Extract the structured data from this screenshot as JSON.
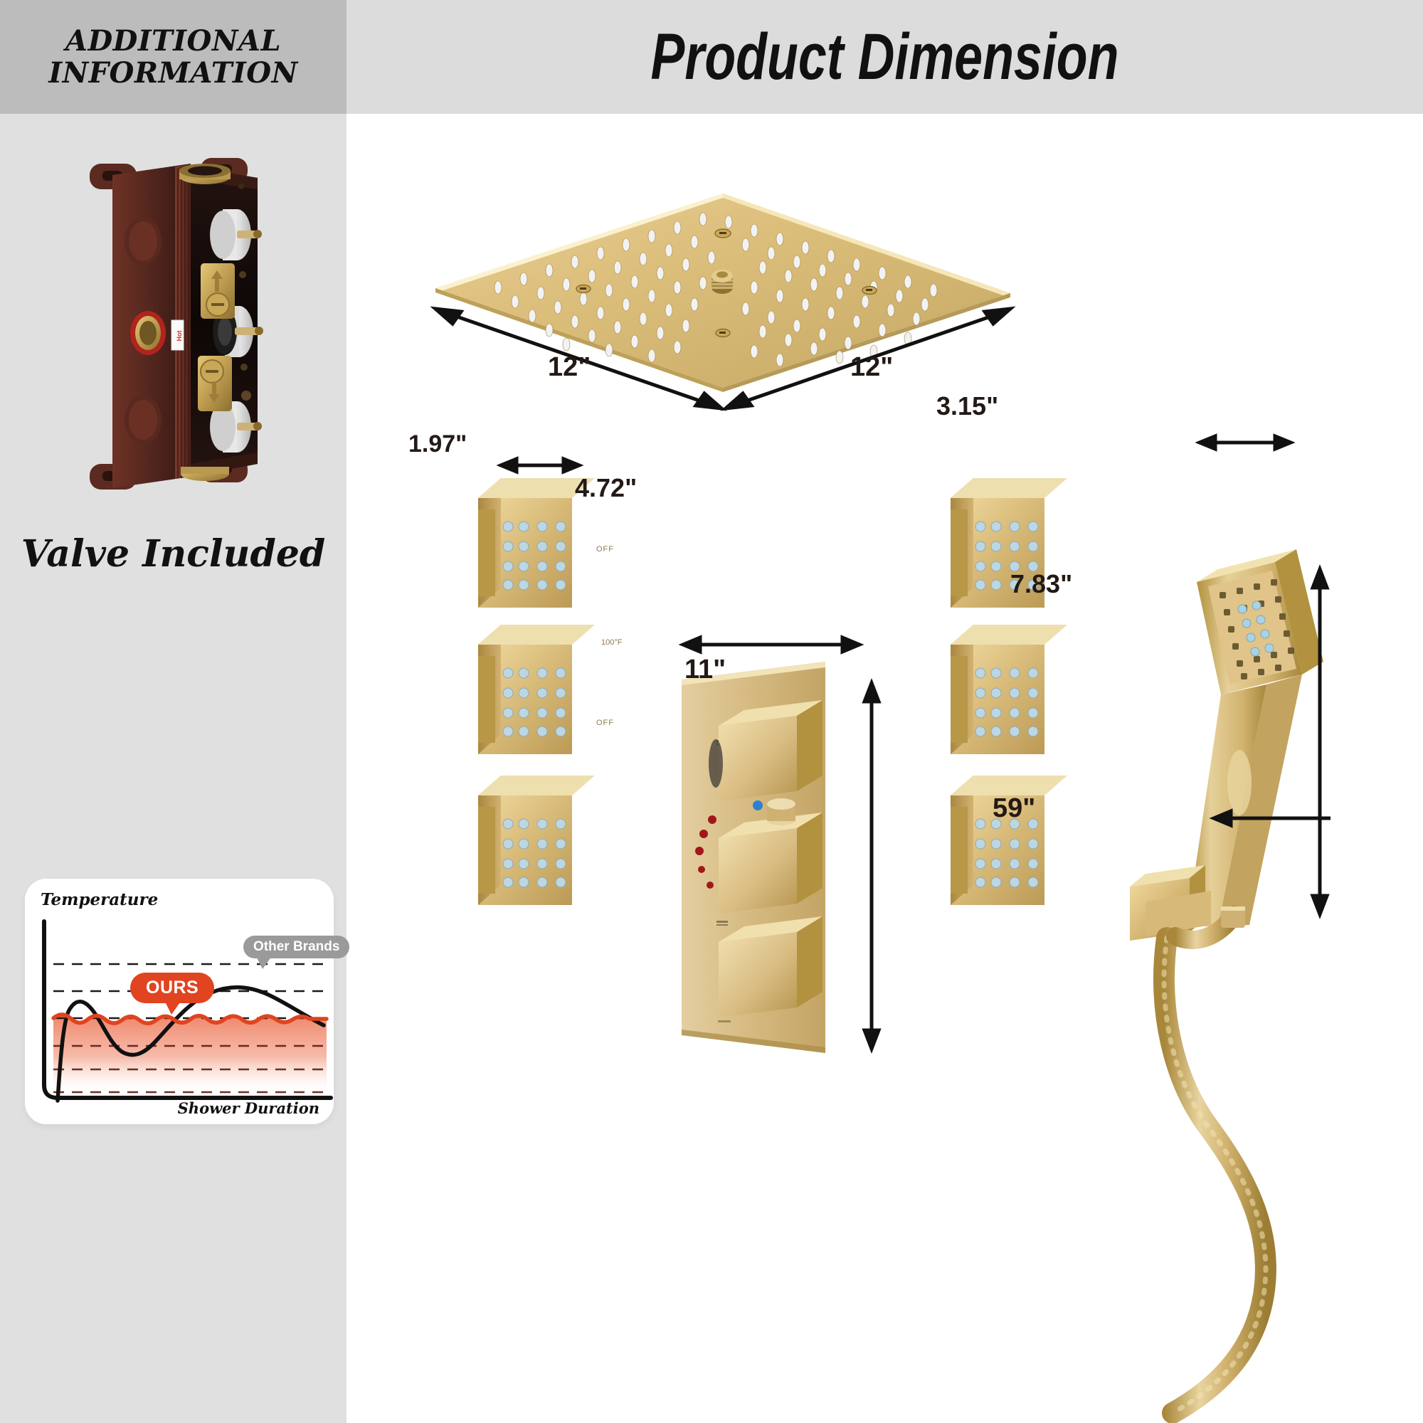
{
  "header": {
    "left_title_line1": "ADDITIONAL",
    "left_title_line2": "INFORMATION",
    "right_title": "Product Dimension"
  },
  "left_panel": {
    "valve_image_alt": "brushed-gold thermostatic rough-in valve body",
    "valve_caption": "Valve Included",
    "valve_hot_label": "Hot",
    "temperature_chart": {
      "ylabel": "Temperature",
      "xlabel": "Shower Duration",
      "series": [
        {
          "name": "OURS",
          "color": "#e04420"
        },
        {
          "name": "Other Brands",
          "color": "#9a9a9a"
        }
      ],
      "ours_badge": "OURS",
      "other_badge": "Other Brands"
    }
  },
  "dimensions": {
    "rain_head_width": "12\"",
    "rain_head_depth": "12\"",
    "body_jet_width": "1.97\"",
    "valve_panel_width": "4.72\"",
    "valve_panel_height": "11\"",
    "handheld_width": "3.15\"",
    "handheld_height": "7.83\"",
    "hose_length": "59\""
  },
  "valve_panel_markings": {
    "off_top": "OFF",
    "off_bottom": "OFF",
    "temperature": "100°F"
  },
  "colors": {
    "header_left_bg": "#bcbcbc",
    "header_right_bg": "#dcdcdc",
    "left_pane_bg": "#e0e0e0",
    "right_pane_bg": "#ffffff",
    "gold_light": "#e6cd8f",
    "gold_mid": "#cfae6a",
    "gold_dark": "#a88c4e",
    "accent_red": "#e04420",
    "accent_gray": "#9a9a9a",
    "text_dark": "#231a16"
  },
  "chart_data": {
    "type": "line",
    "title": "",
    "xlabel": "Shower Duration",
    "ylabel": "Temperature",
    "grid": true,
    "legend": [
      "OURS",
      "Other Brands"
    ],
    "gridlines_y": [
      0.12,
      0.3,
      0.52,
      0.66,
      0.8
    ],
    "series": [
      {
        "name": "OURS",
        "color": "#e04420",
        "description": "tight small-amplitude ripple holding steady at set temperature",
        "x": [
          0,
          0.06,
          0.12,
          0.18,
          0.24,
          0.3,
          0.36,
          0.42,
          0.48,
          0.54,
          0.6,
          0.66,
          0.72,
          0.78,
          0.84,
          0.9,
          0.96,
          1.0
        ],
        "y": [
          0.66,
          0.69,
          0.64,
          0.69,
          0.64,
          0.69,
          0.64,
          0.69,
          0.64,
          0.69,
          0.64,
          0.69,
          0.64,
          0.69,
          0.64,
          0.69,
          0.64,
          0.67
        ]
      },
      {
        "name": "Other Brands",
        "color": "#111111",
        "description": "large slow swing well above and below the set temperature",
        "x": [
          0,
          0.05,
          0.1,
          0.16,
          0.22,
          0.3,
          0.38,
          0.46,
          0.54,
          0.62,
          0.7,
          0.78,
          0.86,
          0.94,
          1.0
        ],
        "y": [
          0.03,
          0.4,
          0.72,
          0.78,
          0.66,
          0.47,
          0.42,
          0.5,
          0.62,
          0.74,
          0.84,
          0.86,
          0.8,
          0.68,
          0.62
        ]
      }
    ]
  }
}
